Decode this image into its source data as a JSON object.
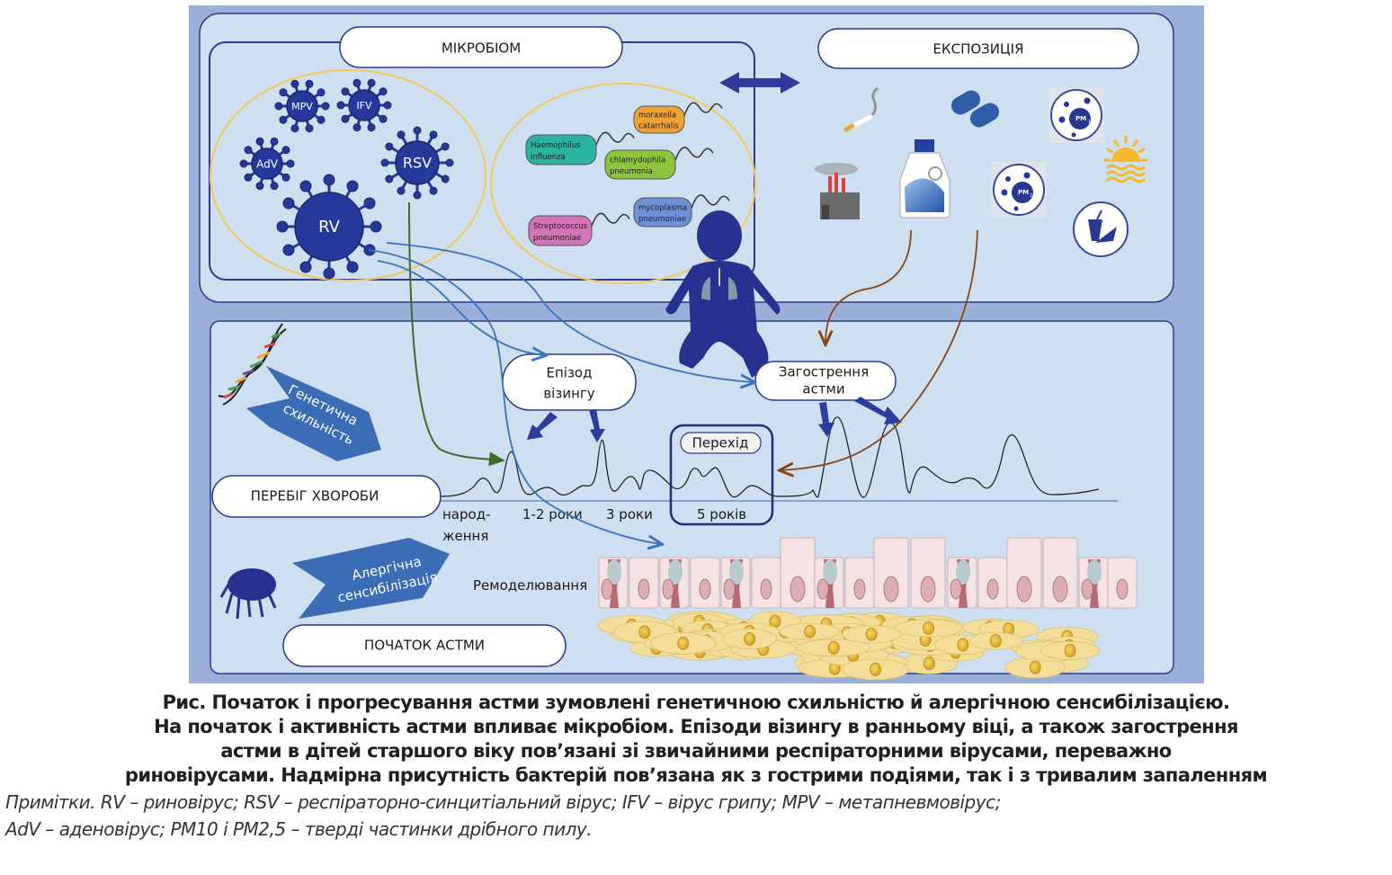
{
  "colors": {
    "outer_bg": "#9bb0d8",
    "panel_bg": "#cddff0",
    "panel_border": "#2e3a8c",
    "virus": "#25399a",
    "banner": "#3a6db5",
    "yellow_ellipse": "#f3c95a",
    "green_arrow": "#3f6b2a",
    "blue_arrow": "#3b73c0",
    "brown_arrow": "#8a4514",
    "child": "#27318f"
  },
  "top_panel": {
    "microbiome_label": "МІКРОБІОМ",
    "exposure_label": "ЕКСПОЗИЦІЯ",
    "viruses": [
      {
        "label": "MPV",
        "name": "metapneumovirus"
      },
      {
        "label": "IFV",
        "name": "influenza-virus"
      },
      {
        "label": "AdV",
        "name": "adenovirus"
      },
      {
        "label": "RSV",
        "name": "respiratory-syncytial-virus"
      },
      {
        "label": "RV",
        "name": "rhinovirus"
      }
    ],
    "bacteria": [
      {
        "line1": "moraxella",
        "line2": "catarrhalis",
        "color": "#f0a238"
      },
      {
        "line1": "Haemophilus",
        "line2": "influenza",
        "color": "#2bb3a0"
      },
      {
        "line1": "chlamydophila",
        "line2": "pneumonia",
        "color": "#8cc43c"
      },
      {
        "line1": "mycoplasma",
        "line2": "pneumoniae",
        "color": "#6f8fd6"
      },
      {
        "line1": "Streptococcus",
        "line2": "pneumoniae",
        "color": "#d373b8"
      }
    ],
    "exposure_icons": [
      {
        "name": "cigarette"
      },
      {
        "name": "pills"
      },
      {
        "name": "pm10",
        "label": "PM",
        "sub": "10"
      },
      {
        "name": "factory"
      },
      {
        "name": "detergent-bottle"
      },
      {
        "name": "pm2-5",
        "label": "PM",
        "sub": "2,5"
      },
      {
        "name": "sun-sea"
      },
      {
        "name": "fast-food"
      }
    ]
  },
  "bottom_panel": {
    "genetic_banner": {
      "line1": "Генетична",
      "line2": "схильність"
    },
    "allergic_banner": {
      "line1": "Алергічна",
      "line2": "сенсибілізація"
    },
    "wheezing_episode": {
      "line1": "Епізод",
      "line2": "візингу"
    },
    "exacerbation": {
      "line1": "Загострення",
      "line2": "астми"
    },
    "transition_label": "Перехід",
    "disease_course_label": "ПЕРЕБІГ ХВОРОБИ",
    "asthma_onset_label": "ПОЧАТОК АСТМИ",
    "remodeling_label": "Ремоделювання",
    "timeline": {
      "birth_line1": "народ-",
      "birth_line2": "ження",
      "age_1_2": "1-2 роки",
      "age_3": "3 роки",
      "age_5": "5 років"
    }
  },
  "caption": {
    "lines": [
      "Рис. Початок і прогресування астми зумовлені генетичною схильністю й алергічною сенсибілізацією.",
      "На початок і активність астми впливає мікробіом. Епізоди візингу в ранньому віці, а також загострення",
      "астми в дітей старшого віку пов’язані зі звичайними респіраторними вірусами, переважно",
      "риновірусами. Надмірна присутність бактерій пов’язана як з гострими подіями, так і з тривалим запаленням"
    ],
    "notes": [
      "Примітки. RV – риновірус; RSV – респіраторно-синцитіальний вірус; IFV – вірус грипу; MPV – метапневмовірус;",
      "AdV – аденовірус; PM10 і PM2,5 – тверді частинки дрібного пилу."
    ]
  }
}
